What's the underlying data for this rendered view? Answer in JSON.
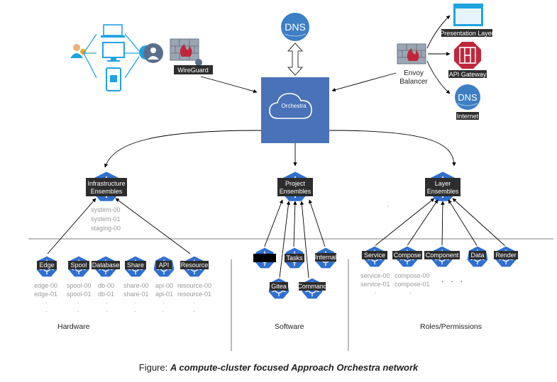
{
  "colors": {
    "hex_blue": "#2f6fcf",
    "box_blue": "#4a72b8",
    "label_bg": "#2d2d2d",
    "firewall_gray": "#9aa6b3",
    "icon_blue": "#1fa3e0",
    "red": "#c0273a"
  },
  "top": {
    "dns": "DNS",
    "wireguard": "WireGuard",
    "orchestra": "Orchestra",
    "envoy_line1": "Envoy",
    "envoy_line2": "Balancer",
    "presentation": "Presentation Layer",
    "api_gateway": "API Gateway",
    "dns_right": "DNS",
    "internet": "Internet"
  },
  "ensembles": {
    "infra_line1": "Infrastructure",
    "infra_line2": "Ensembles",
    "project_line1": "Project",
    "project_line2": "Ensembles",
    "layer_line1": "Layer",
    "layer_line2": "Ensembles"
  },
  "infra_items": [
    "system-00",
    "system-01",
    "staging-00"
  ],
  "hardware": {
    "nodes": [
      "Edge",
      "Spool",
      "Database",
      "Share",
      "API",
      "Resource"
    ],
    "row1": [
      "edge-00",
      "spool-00",
      "db-00",
      "share-00",
      "api-00",
      "resource-00"
    ],
    "row2": [
      "edge-01",
      "spool-01",
      "db-01",
      "share-01",
      "api-01",
      "resource-01"
    ],
    "dot": "."
  },
  "software": {
    "nodes": [
      "",
      "Tasks",
      "Internal",
      "Gitea",
      "Command"
    ]
  },
  "roles": {
    "nodes": [
      "Service",
      "Compose",
      "Component",
      "Data",
      "Render"
    ],
    "row1": [
      "service-00",
      "compose-00"
    ],
    "row2": [
      "service-01",
      "compose-01"
    ],
    "dots": ".   .   ."
  },
  "sections": {
    "hardware": "Hardware",
    "software": "Software",
    "roles": "Roles/Permissions"
  },
  "caption": {
    "prefix": "Figure: ",
    "title": "A compute-cluster focused Approach Orchestra network"
  }
}
